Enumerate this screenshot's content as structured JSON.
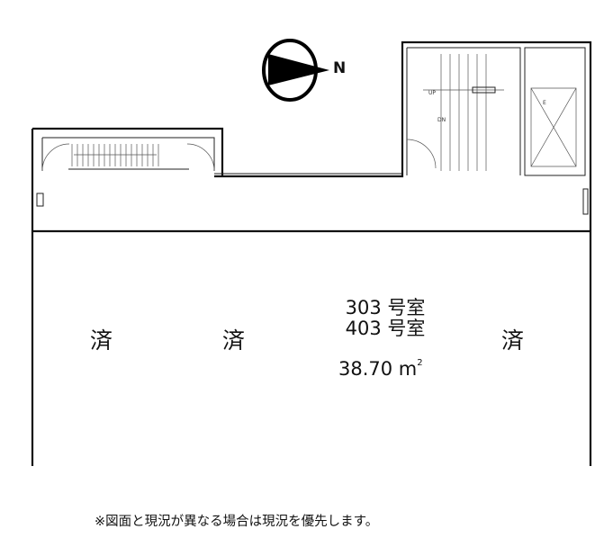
{
  "plan": {
    "north_label": "N",
    "stair_labels": {
      "up": "UP",
      "down": "DN"
    },
    "elevator_label": "E",
    "units": [
      {
        "status": "済"
      },
      {
        "status": "済"
      },
      {
        "room_line1": "303 号室",
        "room_line2": "403 号室",
        "area_value": "38.70 m",
        "area_unit_sup": "2"
      },
      {
        "status": "済"
      }
    ]
  },
  "footnote": "※図面と現況が異なる場合は現況を優先します。"
}
